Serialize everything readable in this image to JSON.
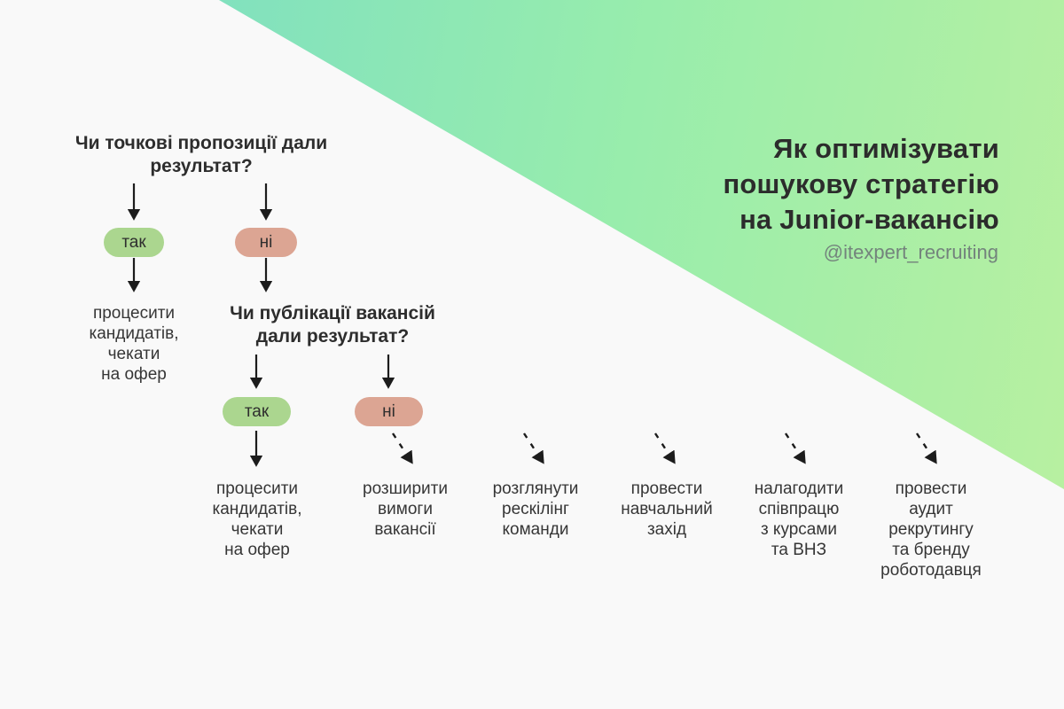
{
  "banner": {
    "title": "Як оптимізувати\nпошукову стратегію\nна Junior-вакансію",
    "handle": "@itexpert_recruiting",
    "gradient_css": "linear-gradient(100deg, #76dbc7 0%, #98edac 55%, #baf0a0 100%)",
    "gradient_start": "#76dbc7",
    "gradient_mid": "#98edac",
    "gradient_end": "#baf0a0"
  },
  "flowchart": {
    "question1": "Чи точкові пропозиції дали\nрезультат?",
    "question2": "Чи публікації вакансій\nдали результат?",
    "pill_yes": "так",
    "pill_no": "ні",
    "pill_yes_color": "#abd68f",
    "pill_no_color": "#dca593",
    "outcome_process1": "процесити\nкандидатів,\nчекати\nна офер",
    "outcome_process2": "процесити\nкандидатів,\nчекати\nна офер",
    "options": [
      "розширити\nвимоги\nвакансії",
      "розглянути\nрескілінг\nкоманди",
      "провести\nнавчальний\nзахід",
      "налагодити\nспівпрацю\nз курсами\nта ВНЗ",
      "провести\nаудит\nрекрутингу\nта бренду\nроботодавця"
    ]
  }
}
